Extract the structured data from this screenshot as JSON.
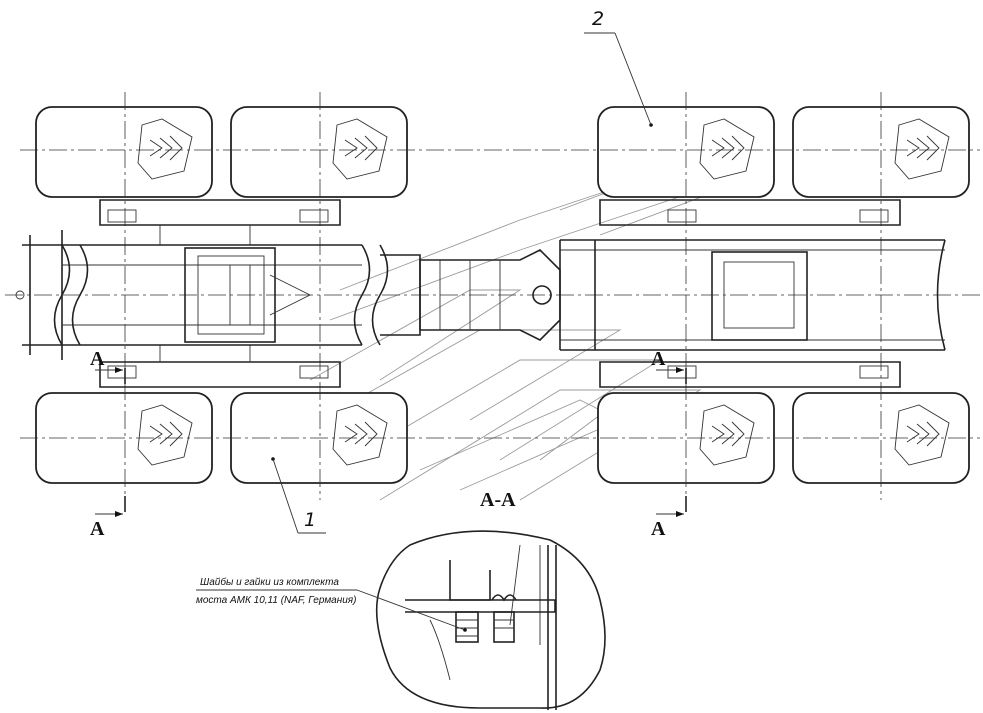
{
  "labels": {
    "callout_1": "1",
    "callout_2": "2",
    "section_mark": "А",
    "section_title": "А-А",
    "note_line_1": "Шайбы и гайки из комплекта",
    "note_line_2": "моста АМК 10,11 (NAF, Германия)"
  }
}
